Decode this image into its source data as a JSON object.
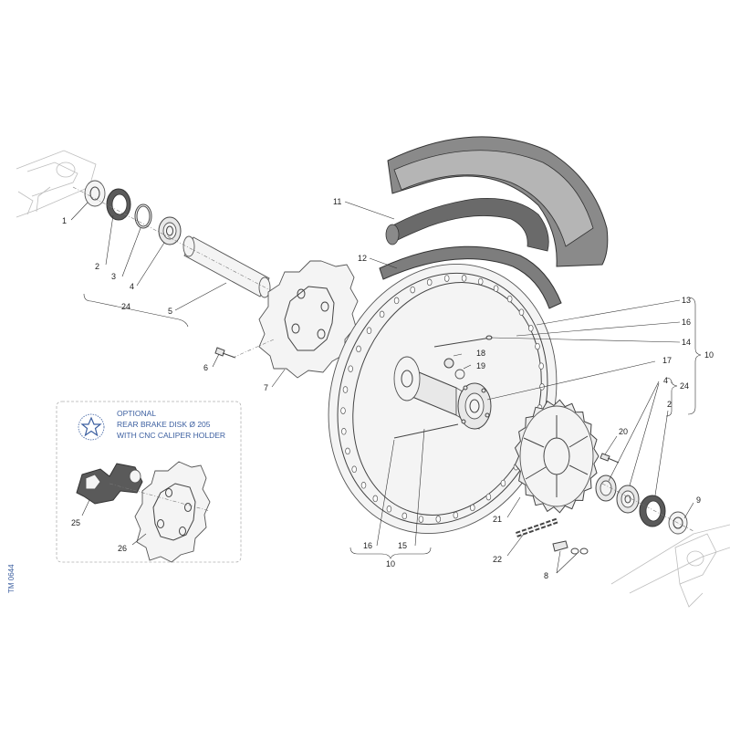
{
  "optional_note": {
    "line1": "OPTIONAL",
    "line2": "REAR BRAKE DISK Ø 205",
    "line3": "WITH CNC CALIPER HOLDER"
  },
  "drawing_code": "TM 0644",
  "callouts": {
    "n1": "1",
    "n2_left": "2",
    "n3": "3",
    "n4_left": "4",
    "n24_left": "24",
    "n5": "5",
    "n6": "6",
    "n7": "7",
    "n11": "11",
    "n12": "12",
    "n13": "13",
    "n16_top": "16",
    "n14": "14",
    "n18": "18",
    "n19": "19",
    "n17": "17",
    "n10_right": "10",
    "n4_right": "4",
    "n24_right": "24",
    "n2_right": "2",
    "n20": "20",
    "n9": "9",
    "n21": "21",
    "n22": "22",
    "n8": "8",
    "n16_bottom": "16",
    "n15": "15",
    "n10_bottom": "10",
    "n25": "25",
    "n26": "26"
  },
  "colors": {
    "callout_text": "#222222",
    "note_text": "#3c5fa0",
    "line_art": "#444444",
    "tyre_fill": "#8a8a8a"
  },
  "icons": {
    "optional_badge": "star-stamp-icon"
  }
}
